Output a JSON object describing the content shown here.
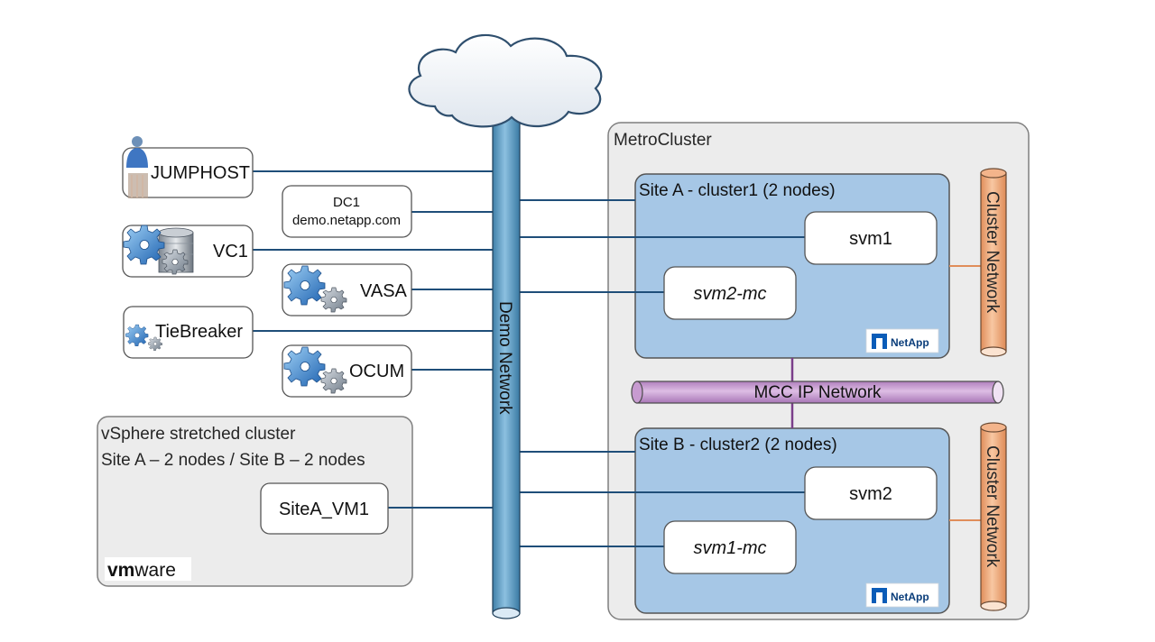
{
  "diagram": {
    "metrocluster_label": "MetroCluster",
    "demo_network_label": "Demo Network",
    "mcc_ip_network_label": "MCC IP Network",
    "cluster_network_label": "Cluster Network",
    "site_a_label": "Site A - cluster1 (2 nodes)",
    "site_b_label": "Site B - cluster2 (2 nodes)",
    "svm1": "svm1",
    "svm2_mc": "svm2-mc",
    "svm2": "svm2",
    "svm1_mc": "svm1-mc",
    "netapp_logo": "NetApp",
    "jumphost": "JUMPHOST",
    "dc1_name": "DC1",
    "dc1_domain": "demo.netapp.com",
    "vc1": "VC1",
    "vasa": "VASA",
    "tiebreaker": "TieBreaker",
    "ocum": "OCUM",
    "vsphere_line1": "vSphere stretched cluster",
    "vsphere_line2": "Site A – 2 nodes / Site B – 2 nodes",
    "sitea_vm1": "SiteA_VM1",
    "vmware_logo_vm": "vm",
    "vmware_logo_ware": "ware"
  },
  "colors": {
    "pipe_blue": "#5b9bc3",
    "pipe_orange": "#f0a878",
    "pipe_purple": "#c79bd0",
    "site_fill": "#a6c7e6",
    "metro_fill": "#ececec",
    "line_color": "#1f4e79"
  },
  "icons": [
    "cloud-icon",
    "person-icon",
    "gear-icon",
    "database-icon",
    "netapp-logo-icon",
    "vmware-logo-icon"
  ]
}
